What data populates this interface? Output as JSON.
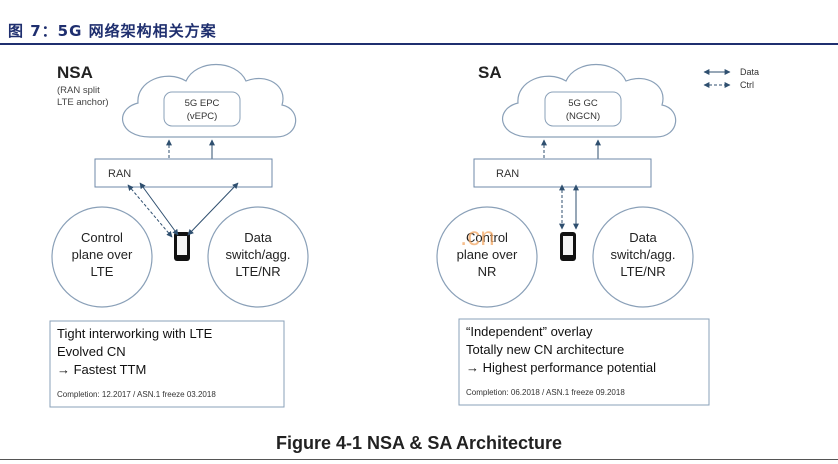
{
  "header": {
    "title": "图 7：5G 网络架构相关方案"
  },
  "legend": {
    "data_label": "Data",
    "ctrl_label": "Ctrl"
  },
  "nsa": {
    "heading": "NSA",
    "subheading_lines": [
      "(RAN split",
      "LTE anchor)"
    ],
    "core_lines": [
      "5G EPC",
      "(vEPC)"
    ],
    "ran_label": "RAN",
    "left_circle_lines": [
      "Control",
      "plane over",
      "LTE"
    ],
    "right_circle_lines": [
      "Data",
      "switch/agg.",
      "LTE/NR"
    ],
    "info_lines": [
      "Tight interworking with LTE",
      "Evolved CN",
      "→ Fastest TTM"
    ],
    "completion": "Completion: 12.2017 / ASN.1 freeze 03.2018"
  },
  "sa": {
    "heading": "SA",
    "core_lines": [
      "5G GC",
      "(NGCN)"
    ],
    "ran_label": "RAN",
    "left_circle_lines": [
      "Control",
      "plane over",
      "NR"
    ],
    "right_circle_lines": [
      "Data",
      "switch/agg.",
      "LTE/NR"
    ],
    "info_lines": [
      "“Independent” overlay",
      "Totally new CN architecture",
      "→ Highest performance potential"
    ],
    "completion": "Completion: 06.2018 / ASN.1 freeze 09.2018"
  },
  "watermark": ".cn",
  "caption": "Figure 4-1  NSA & SA Architecture",
  "colors": {
    "header": "#1f2f6f",
    "line": "#8aa0b8",
    "arrow": "#2f4f6f",
    "watermark": "#f2a865"
  }
}
